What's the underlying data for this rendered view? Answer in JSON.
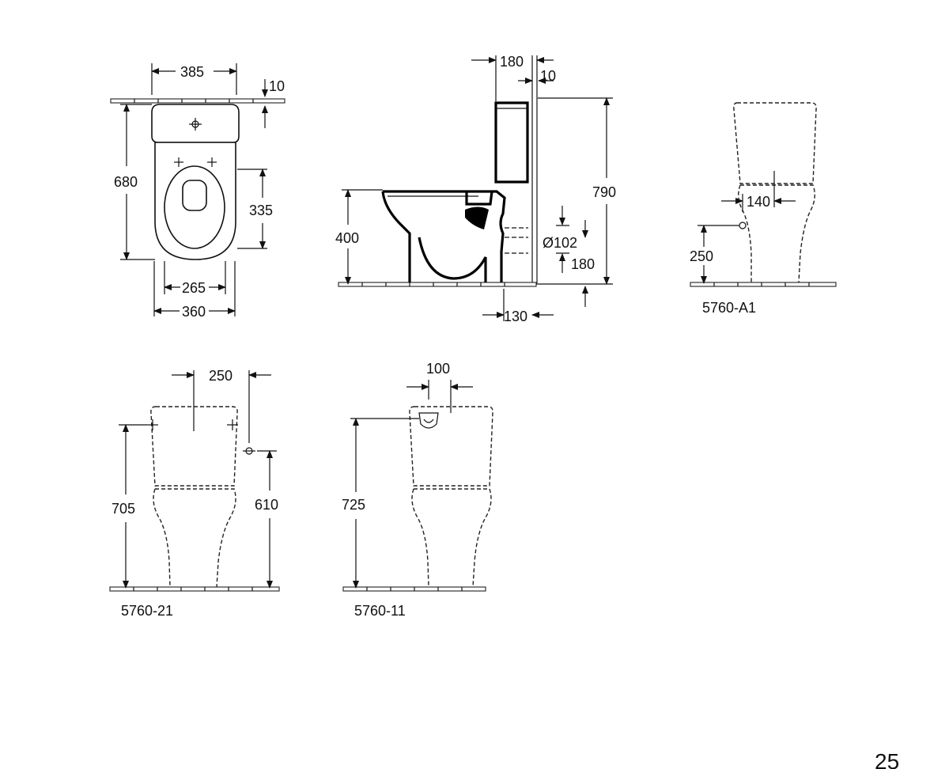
{
  "page_number": "25",
  "views": {
    "top": {
      "width_top": "385",
      "wall_gap": "10",
      "length": "680",
      "seat_depth": "335",
      "seat_width": "265",
      "base_width": "360"
    },
    "side": {
      "tank_depth": "180",
      "wall_gap": "10",
      "overall_height": "790",
      "seat_height": "400",
      "outlet_diameter": "Ø102",
      "outlet_height": "180",
      "outlet_offset": "130"
    },
    "variant_a1": {
      "side_dim": "140",
      "inlet_height": "250",
      "code": "5760-A1"
    },
    "variant_21": {
      "side_dim": "250",
      "overall_height": "705",
      "inlet_height": "610",
      "code": "5760-21"
    },
    "variant_11": {
      "top_dim": "100",
      "overall_height": "725",
      "code": "5760-11"
    }
  }
}
